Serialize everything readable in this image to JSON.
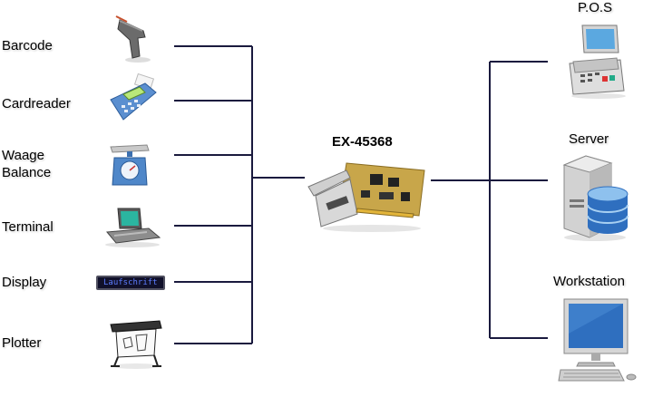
{
  "title": "EX-45368",
  "left_devices": [
    {
      "label": "Barcode",
      "icon": "barcode-scanner-icon"
    },
    {
      "label": "Cardreader",
      "icon": "card-reader-icon"
    },
    {
      "label_line1": "Waage",
      "label_line2": "Balance",
      "icon": "weighing-scale-icon"
    },
    {
      "label": "Terminal",
      "icon": "terminal-icon"
    },
    {
      "label": "Display",
      "icon": "led-display-icon",
      "screen_text": "Laufschrift"
    },
    {
      "label": "Plotter",
      "icon": "plotter-icon"
    }
  ],
  "right_devices": [
    {
      "label": "P.O.S",
      "icon": "pos-terminal-icon"
    },
    {
      "label": "Server",
      "icon": "server-database-icon"
    },
    {
      "label": "Workstation",
      "icon": "workstation-computer-icon"
    }
  ],
  "colors": {
    "wire": "#1a1a3e",
    "board": "#c8a64a"
  }
}
